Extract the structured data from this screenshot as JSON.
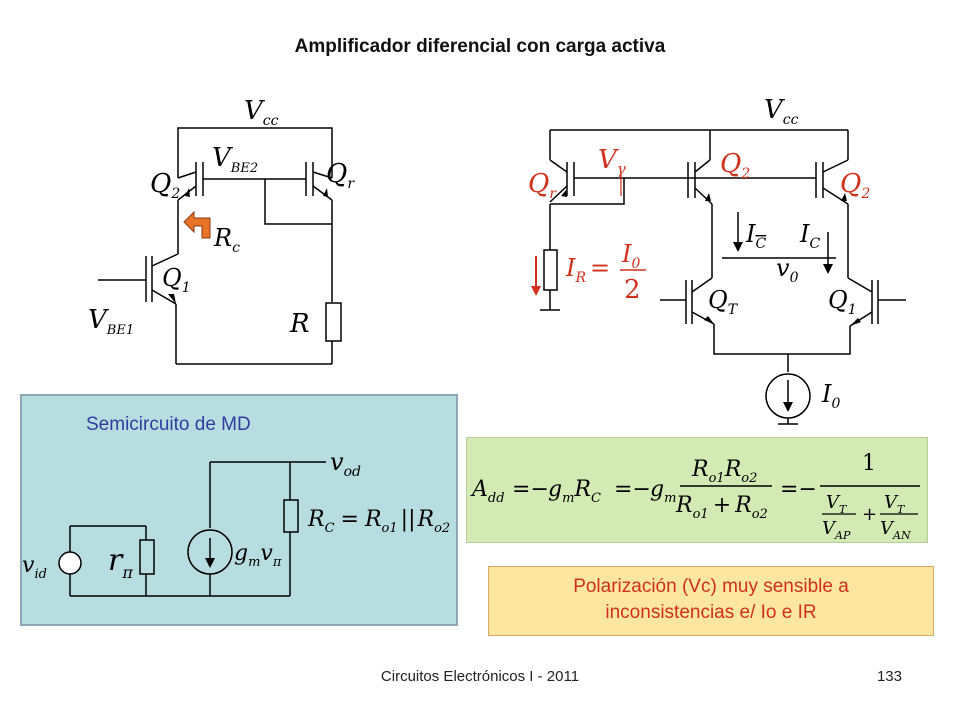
{
  "title": "Amplificador diferencial con carga activa",
  "left_circuit": {
    "vcc": "V",
    "vcc_sub": "cc",
    "vbe2": "V",
    "vbe2_sub": "BE2",
    "q2": "Q",
    "q2_sub": "2",
    "qr": "Q",
    "qr_sub": "r",
    "rc": "R",
    "rc_sub": "c",
    "q1": "Q",
    "q1_sub": "1",
    "vbe1": "V",
    "vbe1_sub": "BE1",
    "r": "R"
  },
  "right_circuit": {
    "vcc": "V",
    "vcc_sub": "cc",
    "vgamma": "V",
    "vgamma_sub": "γ",
    "q2a": "Q",
    "q2a_sub": "2",
    "q2b": "Q",
    "q2b_sub": "2",
    "qr": "Q",
    "qr_sub": "r",
    "ir": "I",
    "ir_sub": "R",
    "i0_num": "I",
    "i0_num_sub": "0",
    "two": "2",
    "ic_bar": "I",
    "ic_bar_sub": "C",
    "ic": "I",
    "ic_sub": "C",
    "v0": "v",
    "v0_sub": "0",
    "qt": "Q",
    "qt_sub": "T",
    "q1": "Q",
    "q1_sub": "1",
    "i0": "I",
    "i0_sub": "0"
  },
  "semicircuit": {
    "label": "Semicircuito de MD",
    "vod": "v",
    "vod_sub": "od",
    "vid": "v",
    "vid_sub": "id",
    "rpi": "r",
    "rpi_sub": "π",
    "gm": "g",
    "gm_sub": "m",
    "vpi": "v",
    "vpi_sub": "π",
    "rc": "R",
    "rc_sub": "C",
    "ro1": "R",
    "ro1_sub": "o1",
    "ro2": "R",
    "ro2_sub": "o2"
  },
  "equation": {
    "add": "A",
    "add_sub": "dd",
    "gm": "g",
    "gm_sub": "m",
    "rc": "R",
    "rc_sub": "C",
    "ro1": "R",
    "ro1_sub": "o1",
    "ro2": "R",
    "ro2_sub": "o2",
    "one": "1",
    "vt": "V",
    "vt_sub": "T",
    "vap": "V",
    "vap_sub": "AP",
    "van": "V",
    "van_sub": "AN",
    "eq": "=",
    "minus": "−",
    "plus": "+",
    "par": "||"
  },
  "note": {
    "line1": "Polarización (Vc) muy sensible a",
    "line2": "inconsistencias e/ Io e IR"
  },
  "footer": "Circuitos Electrónicos I - 2011",
  "page_number": "133",
  "colors": {
    "accent_red": "#d0301c",
    "arrow_orange": "#e8742a",
    "panel_blue": "#b7dde0",
    "panel_green": "#d3eab4",
    "panel_yellow": "#fce6a0",
    "label_blue": "#2f3da0"
  }
}
